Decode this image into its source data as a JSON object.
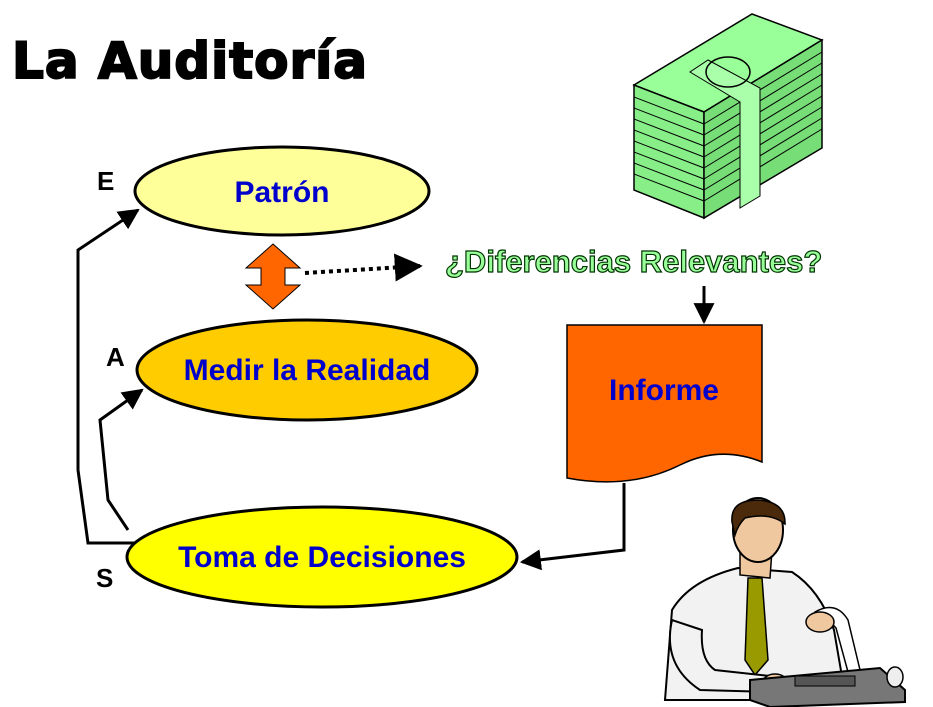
{
  "slide": {
    "title": "La Auditoría"
  },
  "nodes": {
    "patron": {
      "label": "Patrón",
      "letter": "E",
      "fill": "#FFFF99",
      "text_color": "#0000CC"
    },
    "medir": {
      "label": "Medir la Realidad",
      "letter": "A",
      "fill": "#FFCC00",
      "text_color": "#0000CC"
    },
    "toma": {
      "label": "Toma de Decisiones",
      "letter": "S",
      "fill": "#FFFF00",
      "text_color": "#0000CC"
    }
  },
  "question": {
    "label": "¿Diferencias Relevantes?",
    "color": "#99FF99"
  },
  "report": {
    "label": "Informe",
    "fill": "#FF6600",
    "text_color": "#0000CC"
  },
  "icons": {
    "money": "money-stack-icon",
    "person": "businessman-calculator-icon",
    "double_arrow": "double-arrow-vertical-icon"
  },
  "colors": {
    "arrow": "#000000",
    "double_arrow": "#FF6600",
    "money_green": "#99FF99"
  }
}
